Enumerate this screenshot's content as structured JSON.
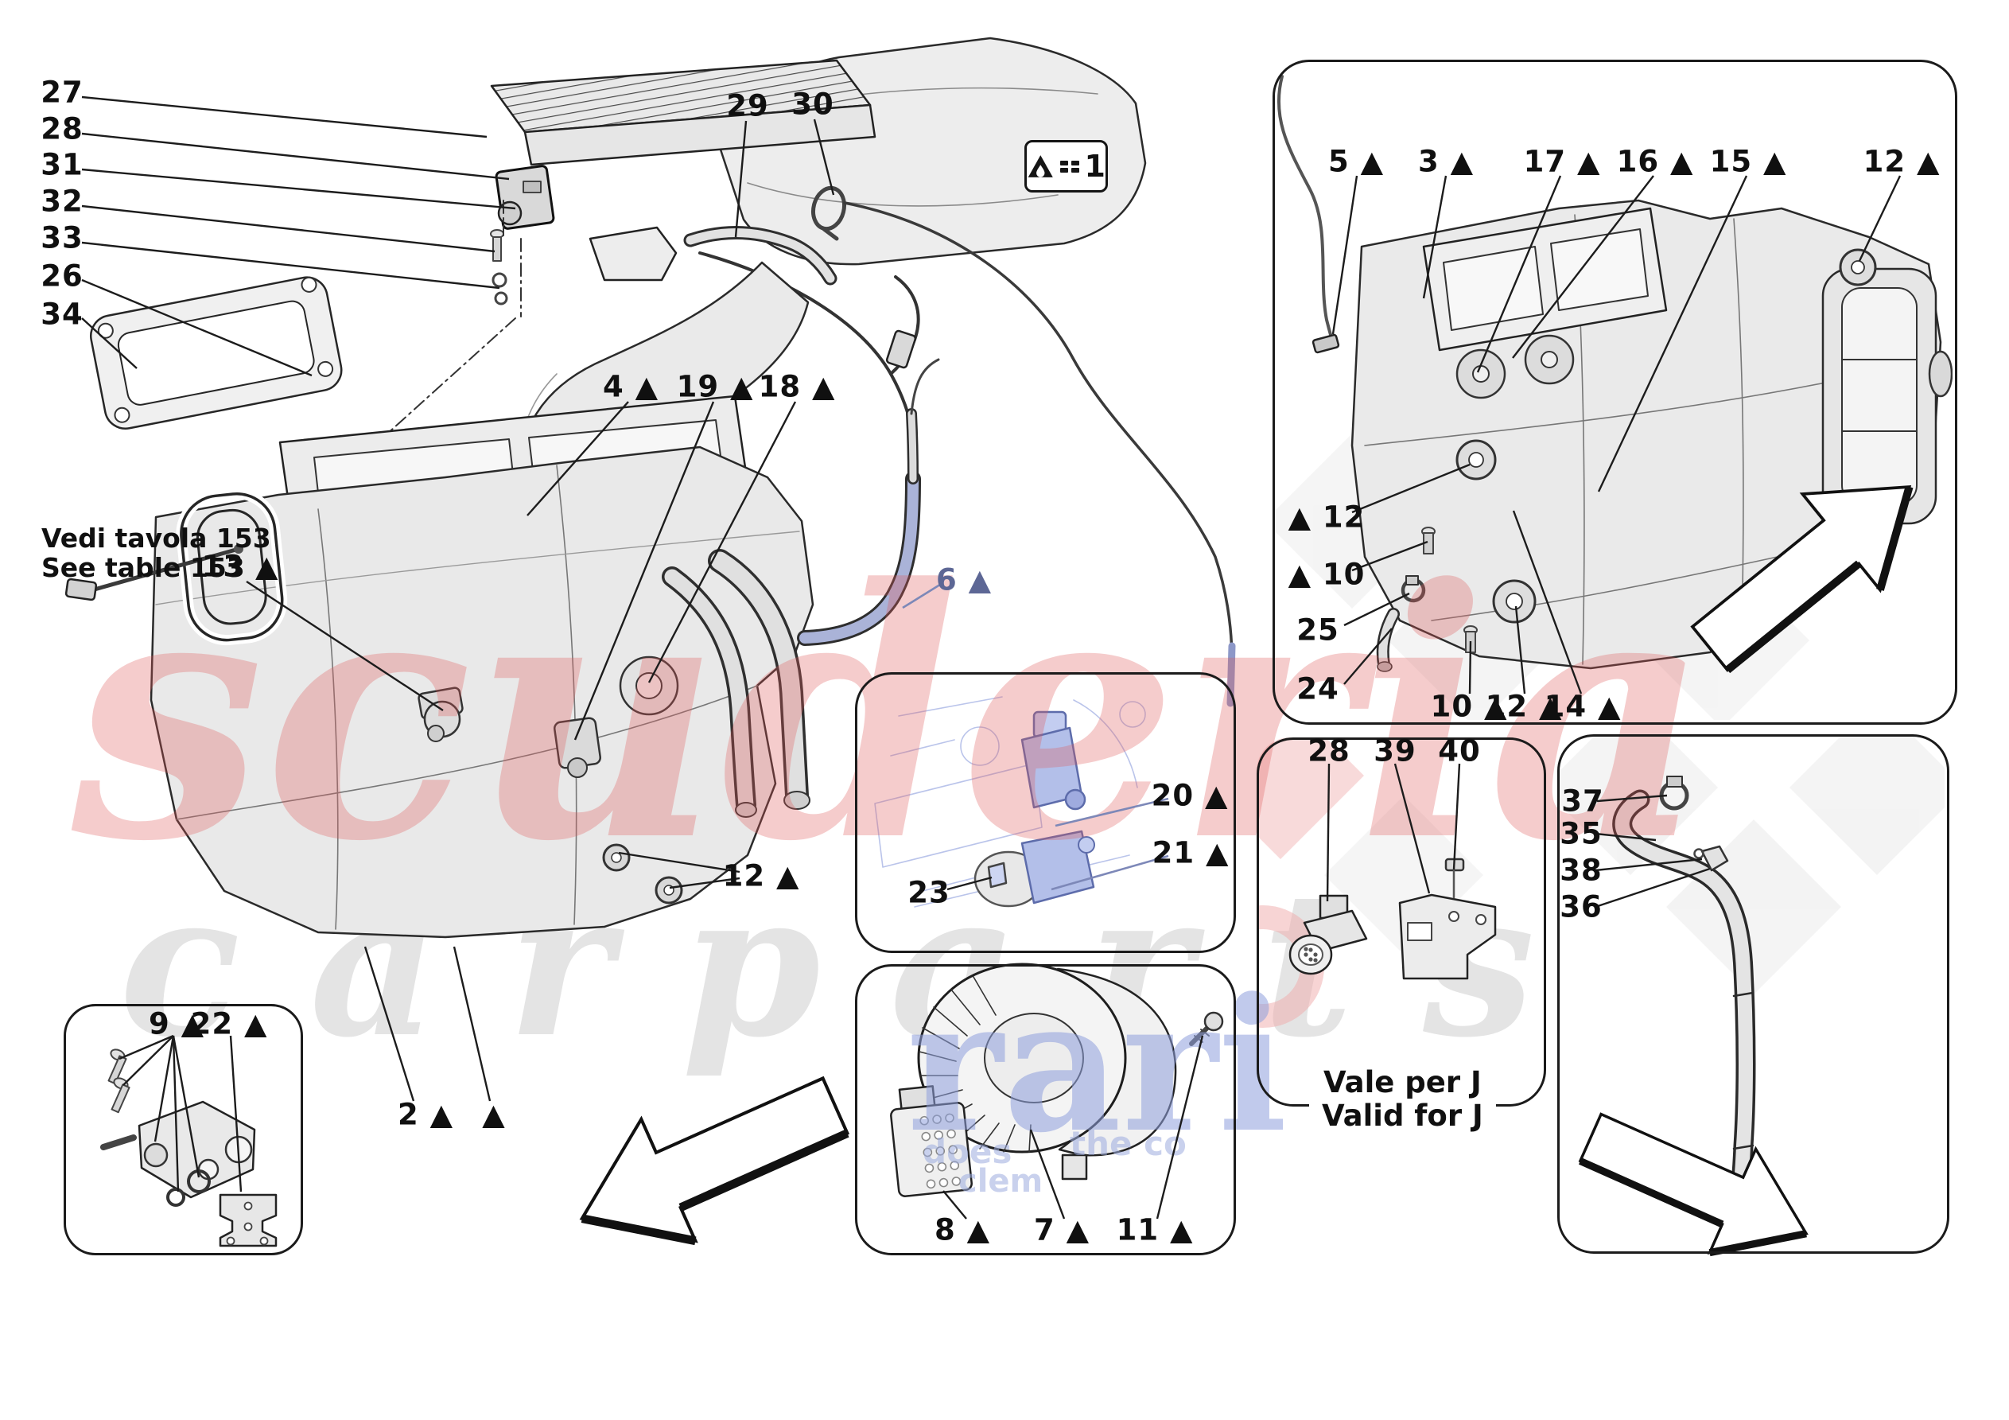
{
  "legend_badge": {
    "value": "1",
    "triangle_symbol": "triangle-warning",
    "relation_symbol": "double-dash-equals"
  },
  "notes": {
    "see_table_line1": "Vedi tavola 153",
    "see_table_line2": "See table 153",
    "valid_line1": "Vale per J",
    "valid_line2": "Valid for J"
  },
  "watermarks": {
    "red_text": "scuderia",
    "gray_text": "c a r p a r t s",
    "blue_text_large": "rari",
    "blue_fragment_1": "does",
    "blue_fragment_2": "the co",
    "blue_fragment_3": "clem",
    "red_color": "#e05a5a",
    "gray_color": "#e0e0e0",
    "blue_color": "#b0bce8"
  },
  "callouts": [
    {
      "t": "27"
    },
    {
      "t": "28"
    },
    {
      "t": "31"
    },
    {
      "t": "32"
    },
    {
      "t": "33"
    },
    {
      "t": "26"
    },
    {
      "t": "34"
    },
    {
      "t": "29"
    },
    {
      "t": "30"
    },
    {
      "t": "4 ▲"
    },
    {
      "t": "19 ▲"
    },
    {
      "t": "18 ▲"
    },
    {
      "t": "13 ▲"
    },
    {
      "t": "6 ▲"
    },
    {
      "t": "12 ▲"
    },
    {
      "t": "2 ▲"
    },
    {
      "t": "▲"
    },
    {
      "t": "9 ▲"
    },
    {
      "t": "22 ▲"
    },
    {
      "t": "20 ▲"
    },
    {
      "t": "21 ▲"
    },
    {
      "t": "23"
    },
    {
      "t": "8 ▲"
    },
    {
      "t": "7 ▲"
    },
    {
      "t": "11 ▲"
    },
    {
      "t": "5 ▲"
    },
    {
      "t": "3 ▲"
    },
    {
      "t": "17 ▲"
    },
    {
      "t": "16 ▲"
    },
    {
      "t": "15 ▲"
    },
    {
      "t": "12 ▲"
    },
    {
      "t": "▲ 12"
    },
    {
      "t": "▲ 10"
    },
    {
      "t": "25"
    },
    {
      "t": "24"
    },
    {
      "t": "10 ▲"
    },
    {
      "t": "12 ▲"
    },
    {
      "t": "14 ▲"
    },
    {
      "t": "28"
    },
    {
      "t": "39"
    },
    {
      "t": "40"
    },
    {
      "t": "37"
    },
    {
      "t": "35"
    },
    {
      "t": "38"
    },
    {
      "t": "36"
    }
  ]
}
